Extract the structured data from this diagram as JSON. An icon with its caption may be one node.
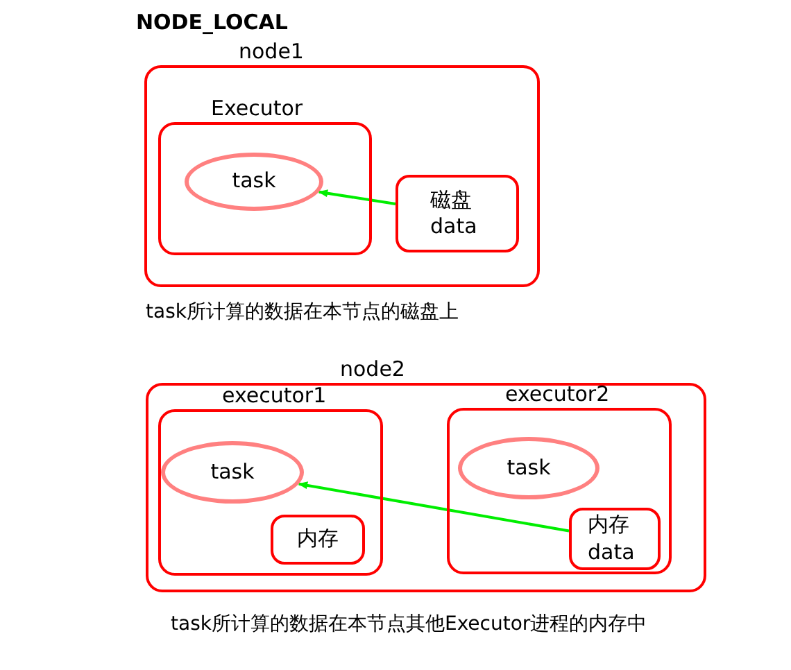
{
  "diagram": {
    "title": "NODE_LOCAL",
    "nodes": [
      {
        "text": [
          "node1"
        ]
      },
      {
        "text": [
          "Executor"
        ],
        "in": 0
      },
      {
        "text": [
          "task"
        ],
        "in": 1
      },
      {
        "text": [
          "磁盘 data"
        ],
        "in": 0
      },
      {
        "text": [
          "node2"
        ]
      },
      {
        "text": [
          "executor1"
        ],
        "in": 4
      },
      {
        "text": [
          "task"
        ],
        "in": 5
      },
      {
        "text": [
          "内存"
        ],
        "in": 5
      },
      {
        "text": [
          "executor2"
        ],
        "in": 4
      },
      {
        "text": [
          "task"
        ],
        "in": 8
      },
      {
        "text": [
          "内存 data"
        ],
        "in": 8
      }
    ],
    "edges": [
      {
        "from": 3,
        "to": 2,
        "arrow": "to"
      },
      {
        "from": 10,
        "to": 6,
        "arrow": "to"
      }
    ],
    "labels": [
      "task所计算的数据在本节点的磁盘上",
      "task所计算的数据在本节点其他Executor进程的内存中"
    ]
  }
}
